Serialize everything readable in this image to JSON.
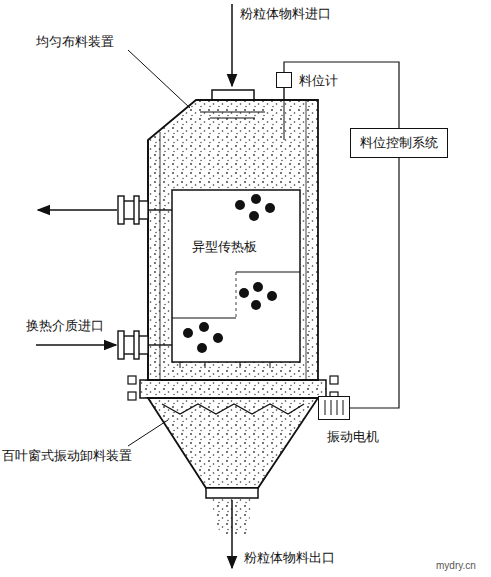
{
  "diagram": {
    "nodes": [
      {
        "text": [
          "料位计"
        ]
      },
      {
        "text": [
          "料位控制系统"
        ]
      },
      {
        "text": [
          "振动电机"
        ]
      }
    ],
    "edges": [
      {
        "from": 0,
        "to": 1,
        "arrow": "none"
      },
      {
        "from": 1,
        "to": 2,
        "arrow": "none"
      }
    ],
    "labels": [
      "粉粒体物料进口",
      "均匀布料装置",
      "异型传热板",
      "换热介质进口",
      "百叶窗式振动卸料装置",
      "粉粒体物料出口",
      "mydry.cn"
    ]
  }
}
